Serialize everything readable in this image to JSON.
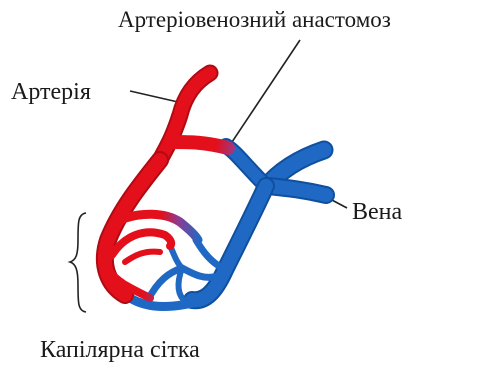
{
  "labels": {
    "anastomosis": "Артеріовенозний анастомоз",
    "artery": "Артерія",
    "vein": "Вена",
    "capillary_network": "Капілярна сітка"
  },
  "colors": {
    "artery": "#e3101b",
    "vein": "#1f69c4",
    "pointer": "#222222"
  }
}
